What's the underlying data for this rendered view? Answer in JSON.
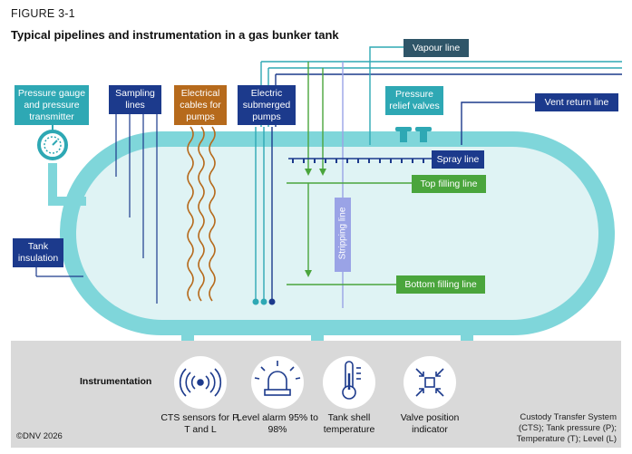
{
  "figure_label": "FIGURE 3-1",
  "title": "Typical pipelines and instrumentation in a gas bunker tank",
  "labels": {
    "pressure_gauge": "Pressure gauge and pressure transmitter",
    "sampling_lines": "Sampling lines",
    "electrical_cables": "Electrical cables for pumps",
    "electric_pumps": "Electric submerged pumps",
    "vapour_line": "Vapour line",
    "pressure_relief": "Pressure relief valves",
    "vent_return": "Vent return line",
    "spray_line": "Spray line",
    "top_filling": "Top filling line",
    "stripping_line": "Stripping line",
    "bottom_filling": "Bottom filling line",
    "tank_insulation": "Tank insulation"
  },
  "instrumentation": {
    "heading": "Instrumentation",
    "items": [
      {
        "icon": "wireless-sensor-icon",
        "caption": "CTS sensors for P, T and L"
      },
      {
        "icon": "alarm-light-icon",
        "caption": "Level alarm 95% to 98%"
      },
      {
        "icon": "thermometer-icon",
        "caption": "Tank shell temperature"
      },
      {
        "icon": "valve-position-icon",
        "caption": "Valve position indicator"
      }
    ]
  },
  "footnote": "Custody Transfer System (CTS); Tank pressure (P); Temperature (T); Level (L)",
  "copyright": "©DNV 2026",
  "colors": {
    "tank_shell": "#7fd6da",
    "tank_inner": "#dff3f4",
    "navy": "#1c3a8c",
    "teal": "#2ea8b4",
    "brown": "#b66a1c",
    "green": "#4aa53c",
    "lilac": "#9aa3e6",
    "footer_bg": "#d9d9d9"
  }
}
